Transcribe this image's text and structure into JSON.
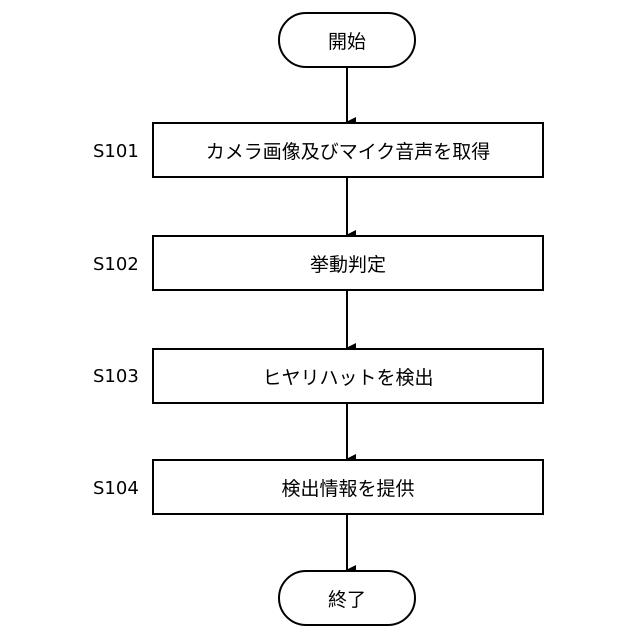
{
  "flowchart": {
    "start": {
      "label": "開始"
    },
    "steps": [
      {
        "id": "S101",
        "label": "カメラ画像及びマイク音声を取得"
      },
      {
        "id": "S102",
        "label": "挙動判定"
      },
      {
        "id": "S103",
        "label": "ヒヤリハットを検出"
      },
      {
        "id": "S104",
        "label": "検出情報を提供"
      }
    ],
    "end": {
      "label": "終了"
    }
  }
}
